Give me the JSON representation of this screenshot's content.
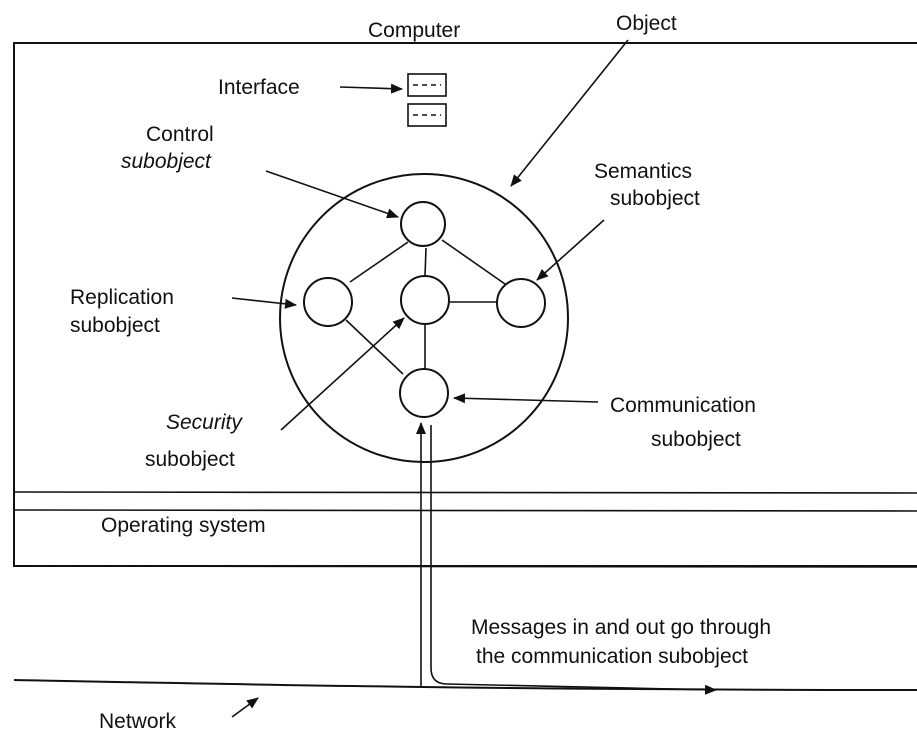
{
  "labels": {
    "computer": "Computer",
    "object": "Object",
    "interface": "Interface",
    "control_line1": "Control",
    "control_line2": "subobject",
    "semantics_line1": "Semantics",
    "semantics_line2": "subobject",
    "replication_line1": "Replication",
    "replication_line2": "subobject",
    "security_line1": "Security",
    "security_line2": "subobject",
    "communication_line1": "Communication",
    "communication_line2": "subobject",
    "operating_system": "Operating system",
    "messages_line1": "Messages in and out go through",
    "messages_line2": "the communication subobject",
    "network": "Network"
  }
}
